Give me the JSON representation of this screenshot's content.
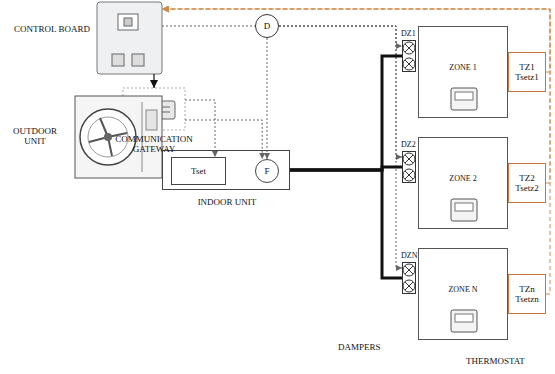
{
  "diagram": {
    "nodes": [
      {
        "text": [
          "CONTROL BOARD"
        ]
      },
      {
        "text": [
          "D"
        ]
      },
      {
        "text": [
          "COMMUNICATION GATEWAY"
        ]
      },
      {
        "text": [
          "OUTDOOR UNIT"
        ]
      },
      {
        "text": [
          "INDOOR UNIT"
        ]
      },
      {
        "text": [
          "Tset"
        ],
        "in": 4
      },
      {
        "text": [
          "F"
        ],
        "in": 4
      },
      {
        "text": [
          "DZ1"
        ]
      },
      {
        "text": [
          "ZONE 1"
        ]
      },
      {
        "text": [
          "TZ1",
          "Tsetz1"
        ]
      },
      {
        "text": [
          "DZ2"
        ]
      },
      {
        "text": [
          "ZONE 2"
        ]
      },
      {
        "text": [
          "TZ2",
          "Tsetz2"
        ]
      },
      {
        "text": [
          "DZN"
        ]
      },
      {
        "text": [
          "ZONE N"
        ]
      },
      {
        "text": [
          "TZn",
          "Tsetzn"
        ]
      }
    ],
    "edges": [
      {
        "from": 0,
        "to": 2,
        "arrow": "to"
      },
      {
        "from": 2,
        "to": 5,
        "arrow": "to"
      },
      {
        "from": 2,
        "to": 6,
        "arrow": "to"
      },
      {
        "from": 0,
        "to": 1,
        "arrow": "none"
      },
      {
        "from": 1,
        "to": 6,
        "arrow": "to"
      },
      {
        "from": 1,
        "to": 7,
        "arrow": "to"
      },
      {
        "from": 1,
        "to": 10,
        "arrow": "to"
      },
      {
        "from": 1,
        "to": 13,
        "arrow": "to"
      },
      {
        "from": 4,
        "to": 7,
        "arrow": "none"
      },
      {
        "from": 4,
        "to": 10,
        "arrow": "none"
      },
      {
        "from": 4,
        "to": 13,
        "arrow": "none"
      },
      {
        "from": 9,
        "to": 0,
        "arrow": "to"
      },
      {
        "from": 12,
        "to": 0,
        "arrow": "to"
      },
      {
        "from": 15,
        "to": 0,
        "arrow": "to"
      }
    ],
    "labels": [
      "DAMPERS",
      "THERMOSTAT"
    ]
  }
}
